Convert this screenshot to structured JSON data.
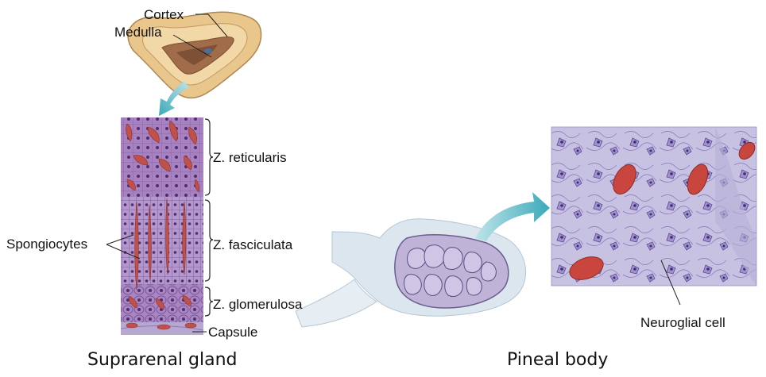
{
  "suprarenal": {
    "caption": "Suprarenal gland",
    "labels": {
      "cortex": "Cortex",
      "medulla": "Medulla",
      "reticularis": "Z. reticularis",
      "fasciculata": "Z. fasciculata",
      "glomerulosa": "Z. glomerulosa",
      "capsule": "Capsule",
      "spongiocytes": "Spongiocytes"
    }
  },
  "pineal": {
    "caption": "Pineal body",
    "labels": {
      "neuroglial": "Neuroglial cell"
    }
  },
  "colors": {
    "cortex_tan": "#e9c98f",
    "cortex_outline": "#b8925a",
    "medulla_brown": "#9b6a4a",
    "arrow_teal": "#4fb7c4",
    "tissue_purple": "#9c7bb8",
    "tissue_dark": "#6b4a8c",
    "rbc_red": "#c0504a",
    "pineal_bg": "#c9c4e4",
    "pineal_capsule": "#d9e6ee"
  }
}
